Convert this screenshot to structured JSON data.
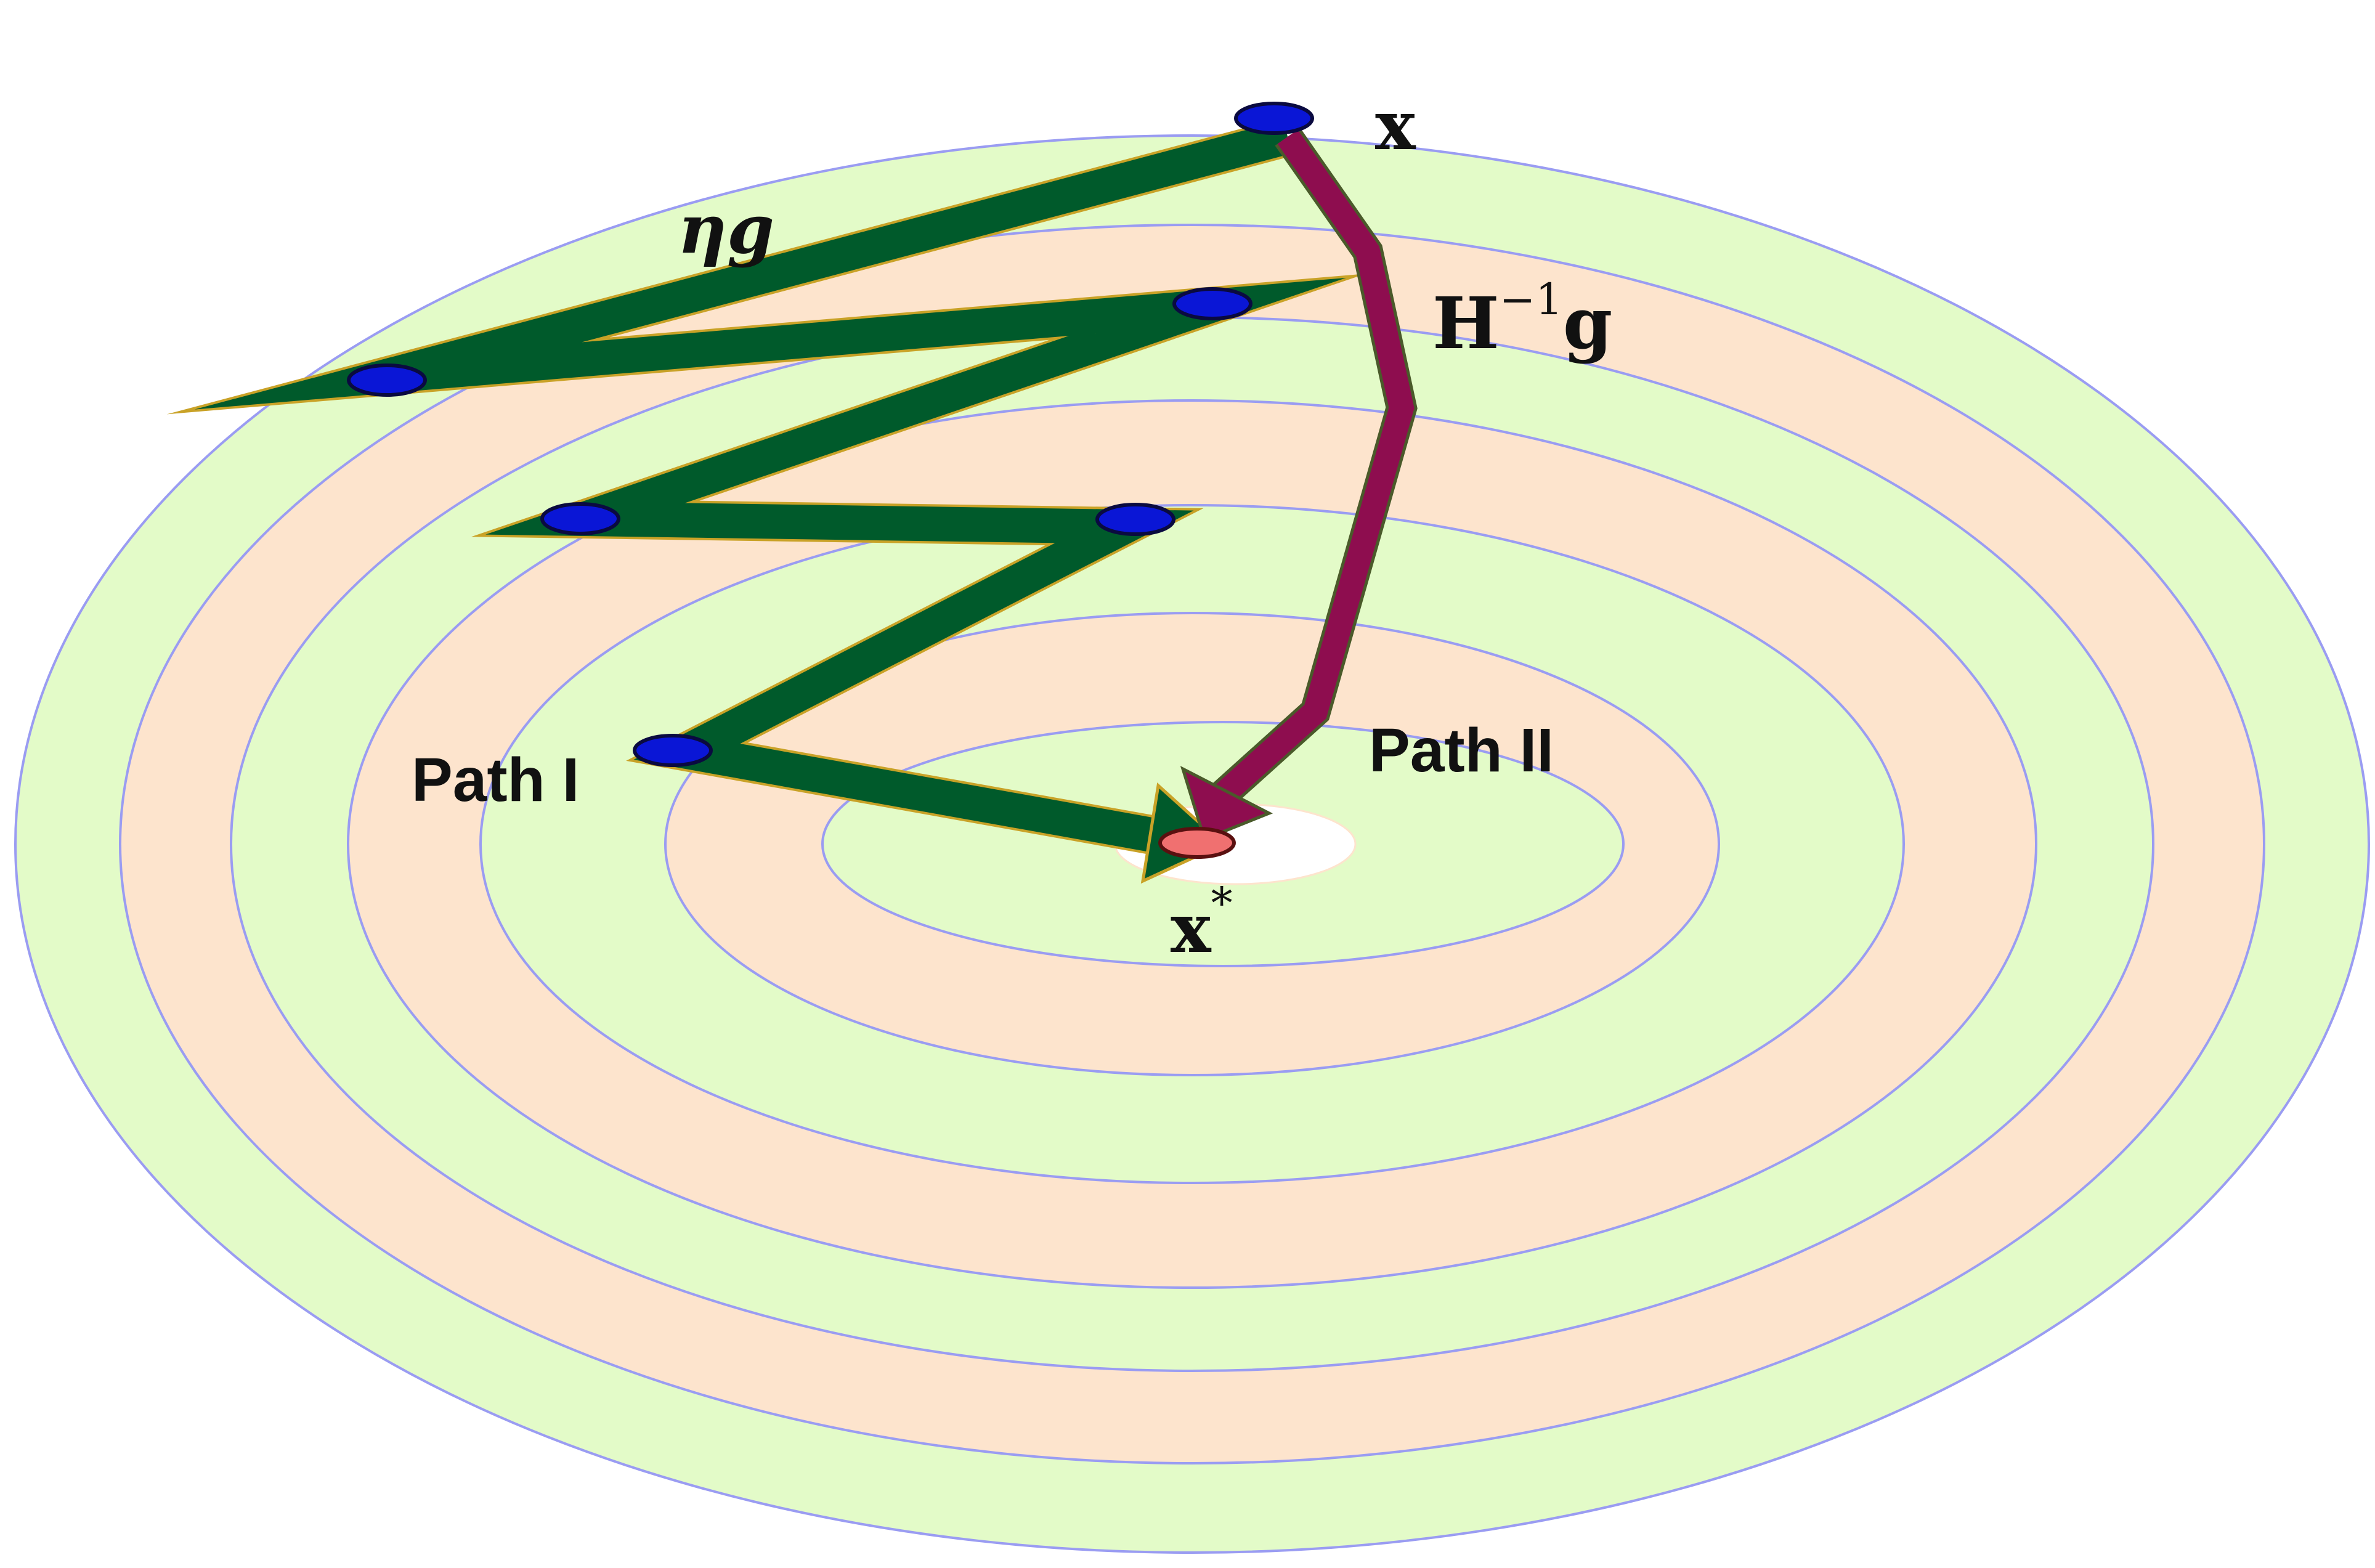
{
  "labels": {
    "start": "x",
    "gradient_step": "ηg",
    "newton_step_base": "H",
    "newton_step_exp": "−1",
    "newton_step_tail": "g",
    "path_one": "Path I",
    "path_two": "Path II",
    "optimum_base": "x",
    "optimum_sup": "*"
  },
  "colors": {
    "ring_green": "#e3fbc8",
    "ring_peach": "#fde4cd",
    "contour_stroke": "#9a9cf2",
    "center_fill": "#ffffff",
    "path_one_fill": "#005a2b",
    "path_one_outline": "#c9a227",
    "path_two_fill": "#8e0d4f",
    "path_two_outline": "#4a5a2a",
    "iterate_point": "#0a16d6",
    "optimum_point": "#f07070"
  },
  "icons": {
    "iterate": "blue-ellipse-point",
    "optimum": "salmon-ellipse-point"
  },
  "diagram": {
    "iterates_count": 6
  }
}
